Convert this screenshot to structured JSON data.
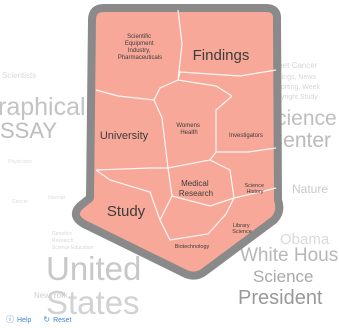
{
  "background_words": [
    {
      "id": "scientists",
      "text": "Scientists"
    },
    {
      "id": "graphical",
      "text": "raphical"
    },
    {
      "id": "essay",
      "text": "SSAY"
    },
    {
      "id": "word-small-1",
      "text": "Physicians"
    },
    {
      "id": "word-small-2",
      "text": "Internal"
    },
    {
      "id": "word-small-3",
      "text": "Cancer"
    },
    {
      "id": "science-right",
      "text": "Science"
    },
    {
      "id": "center",
      "text": "Center"
    },
    {
      "id": "street-cancer",
      "text": "Street Cancer"
    },
    {
      "id": "findings-news",
      "text": "Findings, News"
    },
    {
      "id": "reporting-week",
      "text": "Reporting, Week"
    },
    {
      "id": "copyright-study",
      "text": "Copyright Study"
    },
    {
      "id": "nature",
      "text": "Nature"
    },
    {
      "id": "obama",
      "text": "Obama"
    },
    {
      "id": "white-house",
      "text": "White House"
    },
    {
      "id": "science-bottom",
      "text": "Science"
    },
    {
      "id": "president",
      "text": "President"
    },
    {
      "id": "united",
      "text": "United"
    },
    {
      "id": "states",
      "text": "States"
    },
    {
      "id": "new-york",
      "text": "New York"
    },
    {
      "id": "small-left-1",
      "text": "Genetics"
    },
    {
      "id": "small-left-2",
      "text": "Research"
    },
    {
      "id": "small-left-3",
      "text": "Science Education"
    }
  ],
  "treemap": {
    "shape": "pentagon",
    "fill_color": "#f7a898",
    "border_color": "#8a8a8a",
    "cell_stroke_color": "#ffffff",
    "cells": [
      {
        "id": "scientific-equipment",
        "lines": [
          "Scientific",
          "Equipment",
          "Industry,",
          "Pharmaceuticals"
        ]
      },
      {
        "id": "findings",
        "lines": [
          "Findings"
        ]
      },
      {
        "id": "university",
        "lines": [
          "University"
        ]
      },
      {
        "id": "womens-health",
        "lines": [
          "Womens",
          "Health"
        ]
      },
      {
        "id": "investigators",
        "lines": [
          "Investigators"
        ]
      },
      {
        "id": "medical-research",
        "lines": [
          "Medical",
          "Research"
        ]
      },
      {
        "id": "science-history",
        "lines": [
          "Science",
          "History"
        ]
      },
      {
        "id": "study",
        "lines": [
          "Study"
        ]
      },
      {
        "id": "library-science",
        "lines": [
          "Library",
          "Science"
        ]
      },
      {
        "id": "biotechnology",
        "lines": [
          "Biotechnology"
        ]
      }
    ]
  },
  "controls": {
    "help_label": "Help",
    "help_icon": "help-icon",
    "reset_label": "Reset",
    "reset_icon": "reset-icon",
    "link_color": "#3a86d0"
  }
}
